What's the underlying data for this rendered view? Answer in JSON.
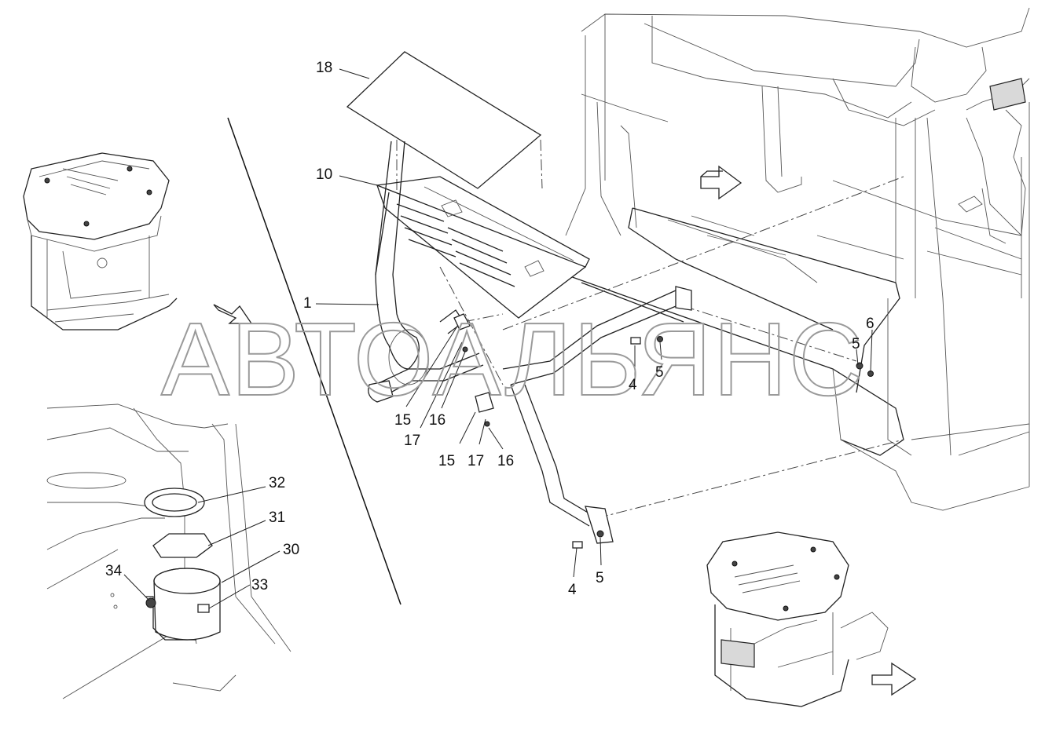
{
  "watermark": "АВТОАЛЬЯНС",
  "callouts": {
    "c18": "18",
    "c10": "10",
    "c1": "1",
    "c6": "6",
    "c5a": "5",
    "c5b": "5",
    "c4a": "4",
    "c15a": "15",
    "c16a": "16",
    "c17a": "17",
    "c15b": "15",
    "c17b": "17",
    "c16b": "16",
    "c4b": "4",
    "c5c": "5",
    "c32": "32",
    "c31": "31",
    "c30": "30",
    "c34": "34",
    "c33": "33"
  },
  "colors": {
    "line": "#222222",
    "watermark": "#9a9a9a",
    "background": "#ffffff"
  }
}
